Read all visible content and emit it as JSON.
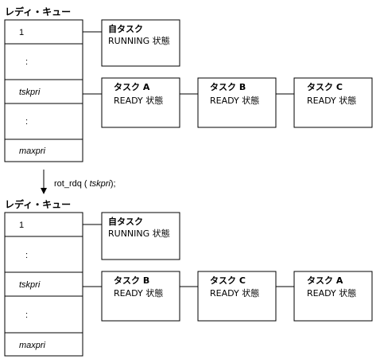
{
  "before": {
    "queue_title": "レディ・キュー",
    "rows": [
      "1",
      ":",
      "tskpri",
      ":",
      "maxpri"
    ],
    "self_task": {
      "name": "自タスク",
      "state": "RUNNING 状態"
    },
    "ready_tasks": [
      {
        "name": "タスク A",
        "state": "READY 状態"
      },
      {
        "name": "タスク B",
        "state": "READY 状態"
      },
      {
        "name": "タスク C",
        "state": "READY 状態"
      }
    ]
  },
  "operation": {
    "call": "rot_rdq (",
    "arg": "tskpri",
    "close": ");"
  },
  "after": {
    "queue_title": "レディ・キュー",
    "rows": [
      "1",
      ":",
      "tskpri",
      ":",
      "maxpri"
    ],
    "self_task": {
      "name": "自タスク",
      "state": "RUNNING 状態"
    },
    "ready_tasks": [
      {
        "name": "タスク B",
        "state": "READY 状態"
      },
      {
        "name": "タスク C",
        "state": "READY 状態"
      },
      {
        "name": "タスク A",
        "state": "READY 状態"
      }
    ]
  }
}
